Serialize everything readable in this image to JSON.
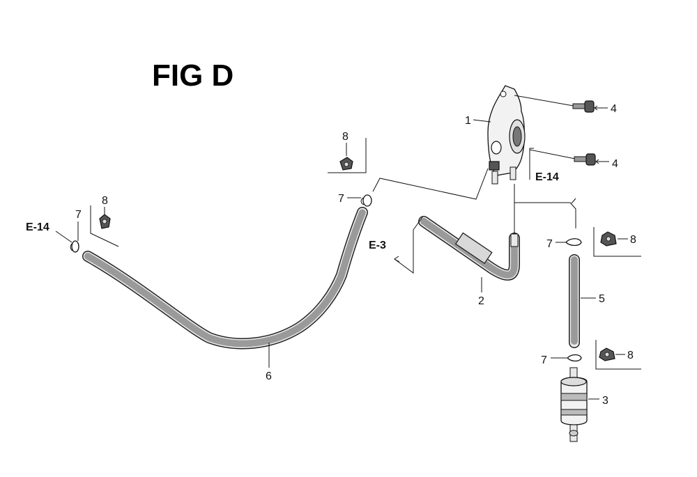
{
  "title": "FIG D",
  "callouts": {
    "part1": "1",
    "part2": "2",
    "part3": "3",
    "part4_upper": "4",
    "part4_lower": "4",
    "part5": "5",
    "part6": "6",
    "part7_left": "7",
    "part7_mid": "7",
    "part7_right_upper": "7",
    "part7_right_lower": "7",
    "part8_left": "8",
    "part8_mid": "8",
    "part8_right_upper": "8",
    "part8_right_lower": "8"
  },
  "references": {
    "e14_left": "E-14",
    "e14_right": "E-14",
    "e3": "E-3"
  },
  "icons": {
    "fuel_pump": "fuel-pump-icon",
    "fuel_filter": "fuel-filter-icon",
    "hose_clip": "hose-clip-icon",
    "bolt": "bolt-icon",
    "clamp": "clamp-icon"
  }
}
